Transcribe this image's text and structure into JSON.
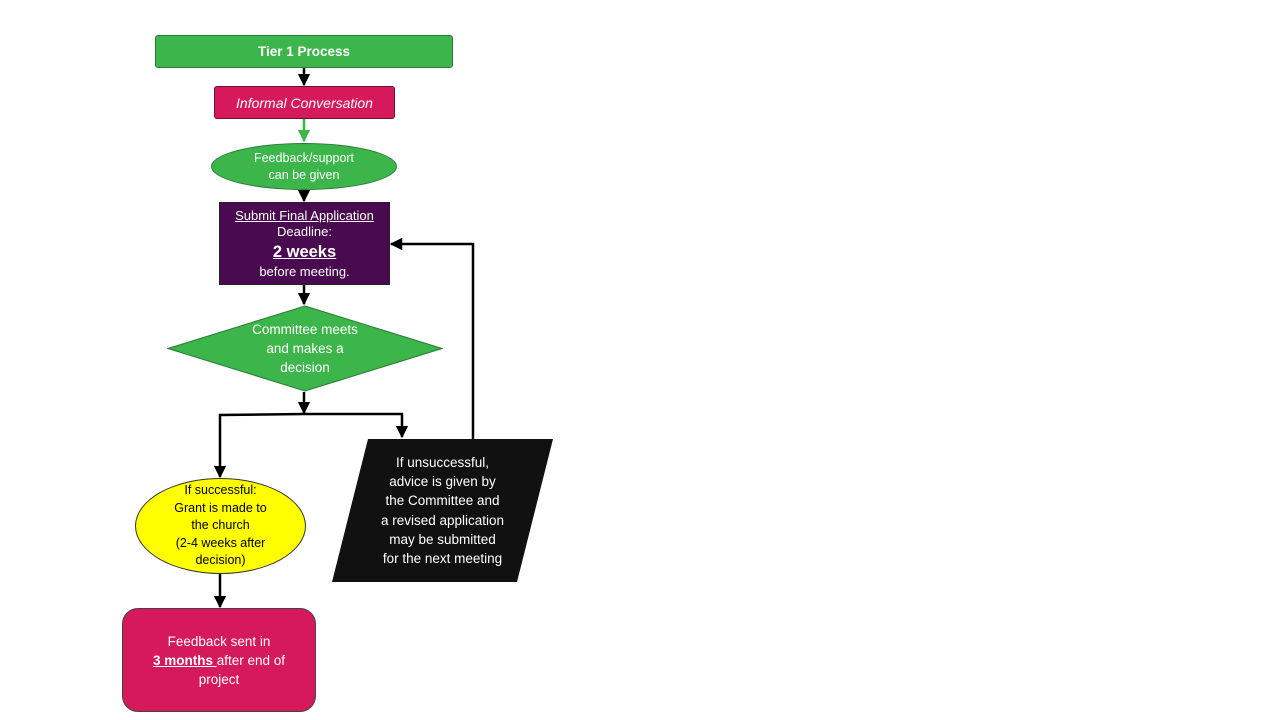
{
  "nodes": {
    "title": "Tier 1 Process",
    "informal": "Informal Conversation",
    "feedback": {
      "line1": "Feedback/support",
      "line2": "can be given"
    },
    "submit": {
      "line1": "Submit Final Application",
      "line2": "Deadline:",
      "line3": "2 weeks",
      "line4": "before meeting."
    },
    "decision": {
      "line1": "Committee meets",
      "line2": "and makes a",
      "line3": "decision"
    },
    "success": {
      "line1": "If successful:",
      "line2": "Grant is made to",
      "line3": "the church",
      "line4": "(2-4 weeks after",
      "line5": "decision)"
    },
    "unsuccessful": {
      "line1": "If unsuccessful,",
      "line2": "advice is given by",
      "line3": "the Committee  and",
      "line4": "a revised application",
      "line5": "may be submitted",
      "line6": "for the next meeting"
    },
    "final": {
      "line1": "Feedback sent in",
      "bold": "3 months ",
      "rest": "after end of",
      "line3": "project"
    }
  },
  "colors": {
    "green": "#3cb54a",
    "pink": "#d6195a",
    "purple": "#4a0a4f",
    "yellow": "#ffff00",
    "black": "#111111",
    "arrow": "#000000",
    "arrow_green": "#3cb54a"
  }
}
